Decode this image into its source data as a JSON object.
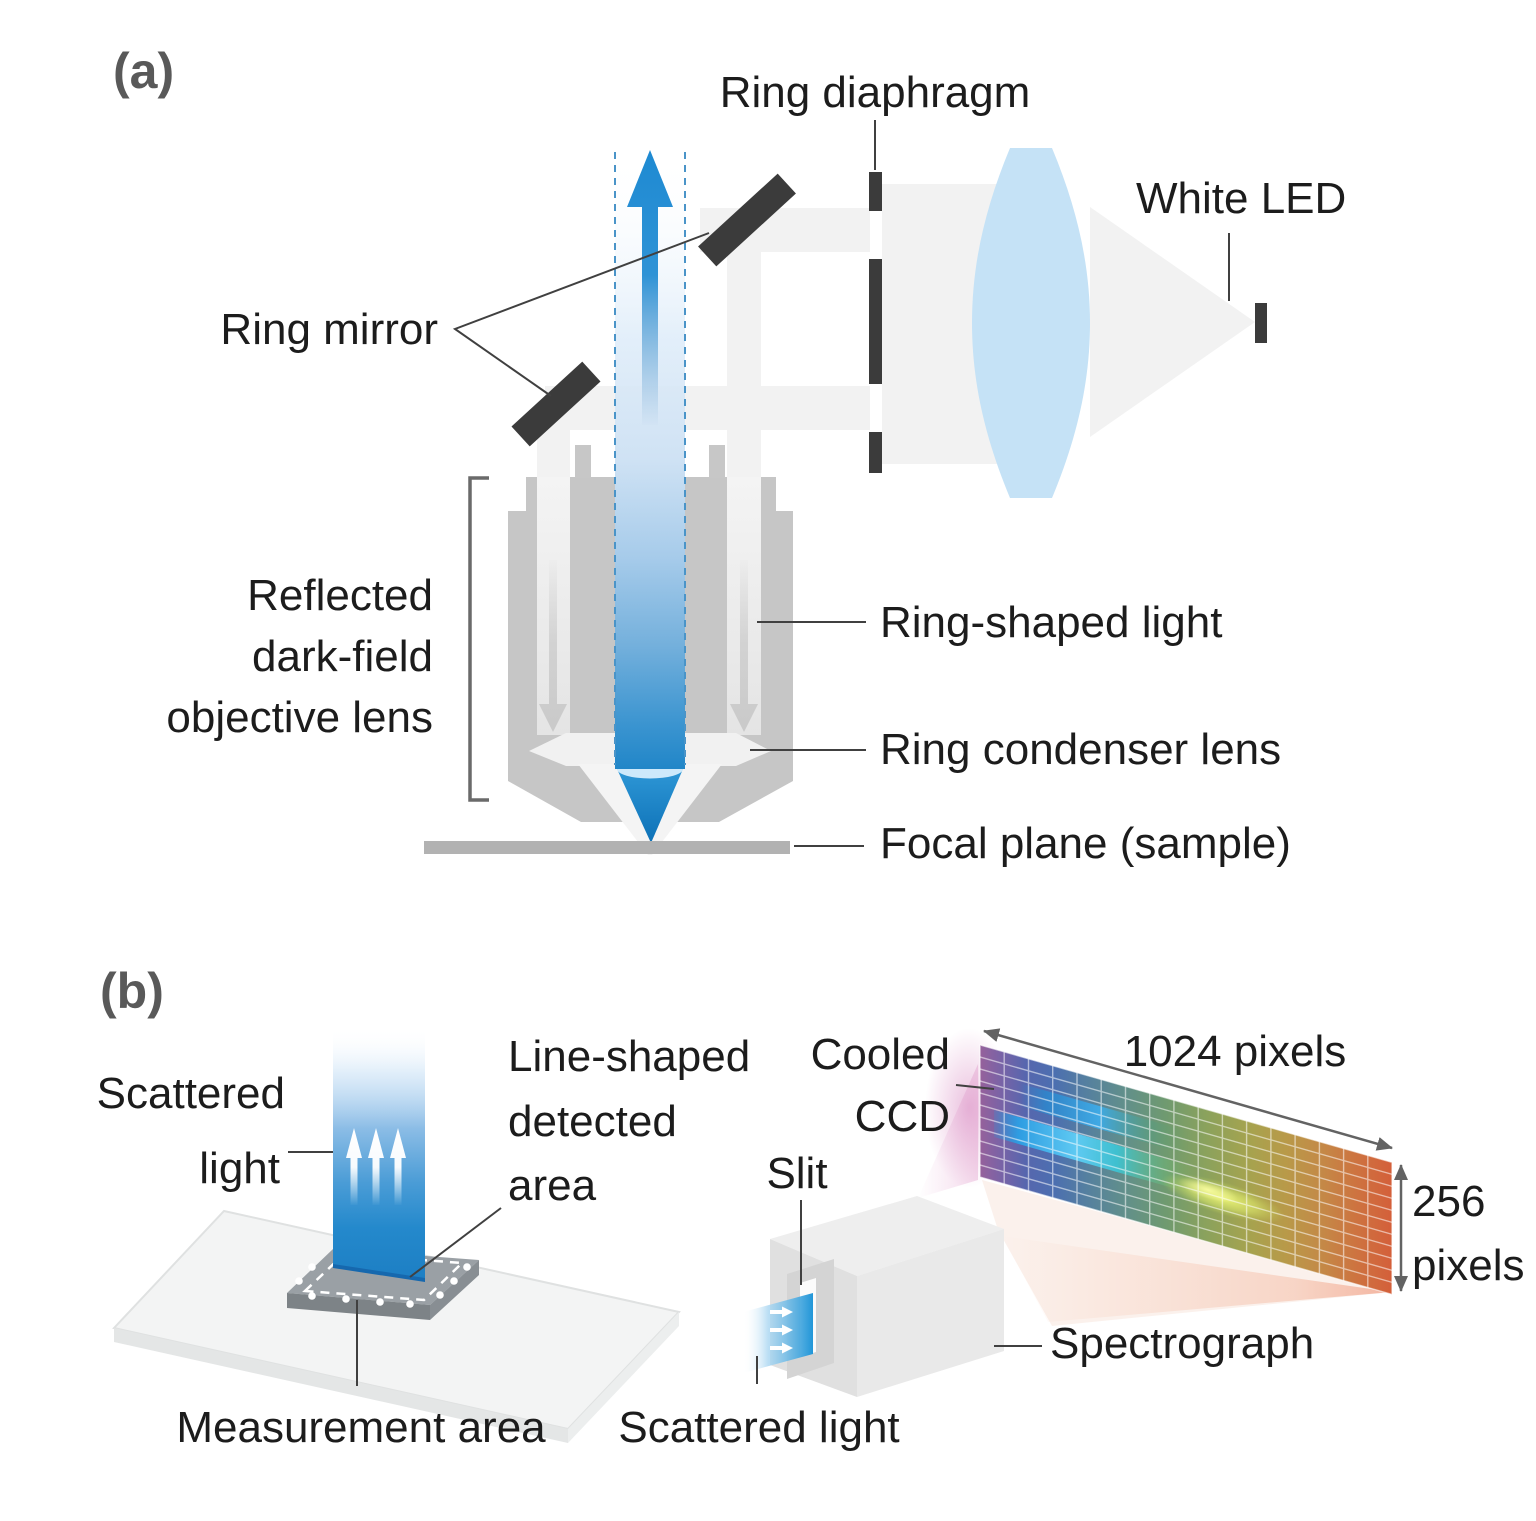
{
  "figure": {
    "description": "Two-panel optical schematic: (a) reflected dark-field illumination path, (b) line-scan detection with spectrograph and cooled CCD"
  },
  "panel_a": {
    "tag": "(a)",
    "labels": {
      "ring_diaphragm": "Ring diaphragm",
      "white_led": "White LED",
      "ring_mirror": "Ring mirror",
      "objective_line1": "Reflected",
      "objective_line2": "dark-field",
      "objective_line3": "objective lens",
      "ring_shaped_light": "Ring-shaped light",
      "ring_condenser_lens": "Ring condenser lens",
      "focal_plane": "Focal plane (sample)"
    }
  },
  "panel_b": {
    "tag": "(b)",
    "labels": {
      "scattered_light_line1": "Scattered",
      "scattered_light_line2": "light",
      "line_shaped_line1": "Line-shaped",
      "line_shaped_line2": "detected",
      "line_shaped_line3": "area",
      "measurement_area": "Measurement area",
      "cooled_ccd_line1": "Cooled",
      "cooled_ccd_line2": "CCD",
      "slit": "Slit",
      "ccd_width": "1024 pixels",
      "ccd_height_value": "256",
      "ccd_height_unit": "pixels",
      "spectrograph": "Spectrograph",
      "scattered_light_2": "Scattered light"
    }
  },
  "colors": {
    "beam_blue": "#2186c8",
    "dark_parts": "#3b3b3b",
    "lens_blue": "#c5e2f6",
    "light_beam_gray": "#f2f2f2",
    "objective_body_gray": "#c6c6c6",
    "label_text": "#1c1c1c",
    "panel_tag_gray": "#595959",
    "ccd_spectrum_left": "#96619b",
    "ccd_spectrum_right": "#d45f3a",
    "ccd_streak_cyan": "#5ec9f2",
    "ccd_hotspot_yellow": "#eef678"
  }
}
